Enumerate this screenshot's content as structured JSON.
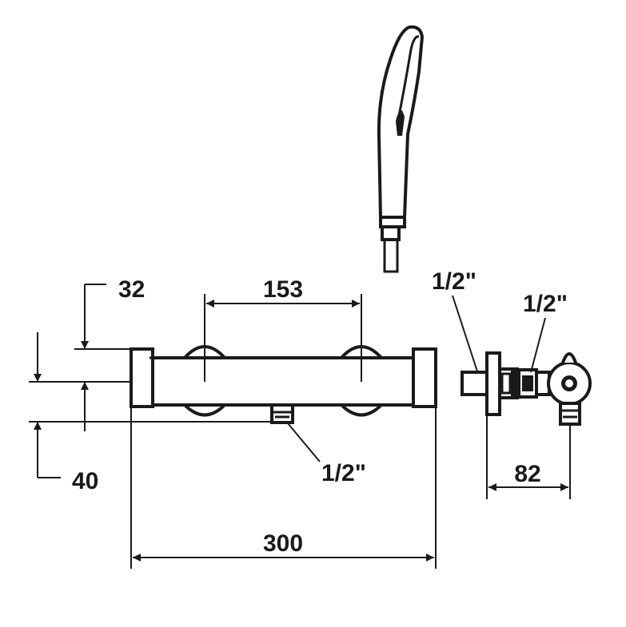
{
  "dimensions": {
    "height_32": "32",
    "spacing_153": "153",
    "depth_40": "40",
    "width_300": "300",
    "projection_82": "82"
  },
  "threads": {
    "outlet_bottom": "1/2\"",
    "inlet_side": "1/2\"",
    "outlet_side": "1/2\""
  }
}
